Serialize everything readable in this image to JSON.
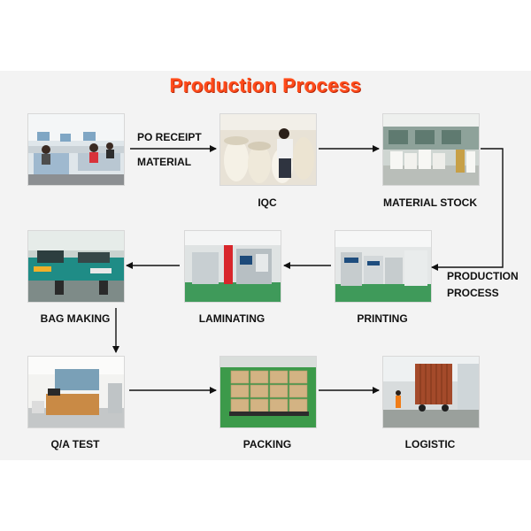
{
  "title": "Production Process",
  "title_color": "#ff4a1a",
  "steps": {
    "po_receipt_line1": "PO RECEIPT",
    "po_receipt_line2": "MATERIAL",
    "iqc": "IQC",
    "material_stock": "MATERIAL STOCK",
    "production_line1": "PRODUCTION",
    "production_line2": "PROCESS",
    "printing": "PRINTING",
    "laminating": "LAMINATING",
    "bag_making": "BAG MAKING",
    "qa_test": "Q/A TEST",
    "packing": "PACKING",
    "logistic": "LOGISTIC"
  }
}
